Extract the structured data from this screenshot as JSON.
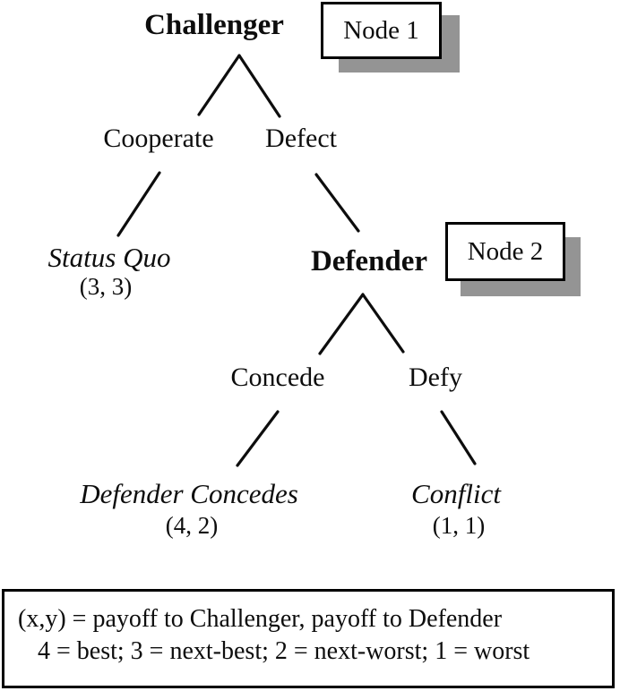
{
  "tree": {
    "root": {
      "label": "Challenger",
      "node_tag": "Node 1"
    },
    "level1": [
      {
        "label": "Cooperate"
      },
      {
        "label": "Defect"
      }
    ],
    "outcome_status_quo": {
      "label": "Status Quo",
      "payoff": "(3, 3)"
    },
    "defender": {
      "label": "Defender",
      "node_tag": "Node 2"
    },
    "level2": [
      {
        "label": "Concede"
      },
      {
        "label": "Defy"
      }
    ],
    "outcome_defender_concedes": {
      "label": "Defender Concedes",
      "payoff": "(4, 2)"
    },
    "outcome_conflict": {
      "label": "Conflict",
      "payoff": "(1, 1)"
    }
  },
  "legend": {
    "line1": "(x,y) = payoff to Challenger, payoff to Defender",
    "line2": "4 = best; 3 = next-best; 2 = next-worst; 1 = worst"
  },
  "colors": {
    "ink": "#0d0d0d",
    "node_shadow": "#949494",
    "background": "#ffffff"
  }
}
